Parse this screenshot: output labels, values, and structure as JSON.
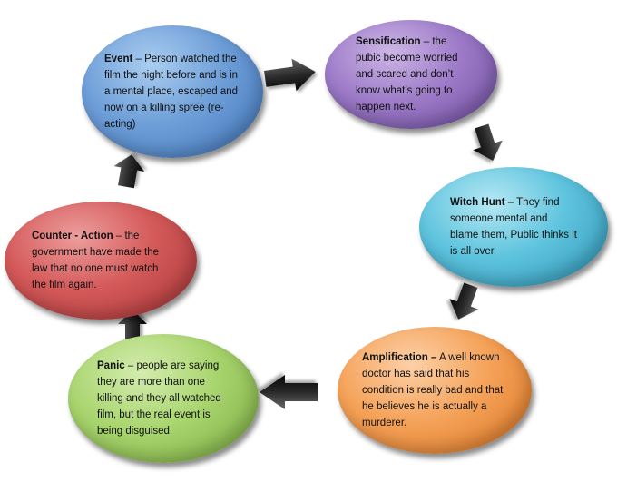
{
  "nodes": {
    "event": {
      "title": "Event",
      "body": " – Person watched the film the night before and is in a mental place, escaped and now on a killing spree (re- acting)"
    },
    "sensification": {
      "title": "Sensification",
      "body": " – the pubic become worried and scared and don’t know what’s going to happen next."
    },
    "witch_hunt": {
      "title": "Witch Hunt",
      "body": " – They find someone mental and blame them, Public thinks it is all over."
    },
    "amplification": {
      "title": "Amplification –",
      "body": " A well known doctor has said that his condition is really bad and that he believes he is actually a murderer."
    },
    "panic": {
      "title": "Panic",
      "body": " – people are saying they are more than one killing and they all watched film, but the real event is being disguised."
    },
    "counter_action": {
      "title": "Counter - Action",
      "body": " – the government have made the law that no one must watch the film again."
    }
  },
  "colors": {
    "event": "#5b8fd0",
    "sensification": "#8e6cbd",
    "witch_hunt": "#4ab3d3",
    "amplification": "#f0913f",
    "panic": "#98c65a",
    "counter_action": "#c94b4b",
    "arrow": "#2a2a2a"
  }
}
